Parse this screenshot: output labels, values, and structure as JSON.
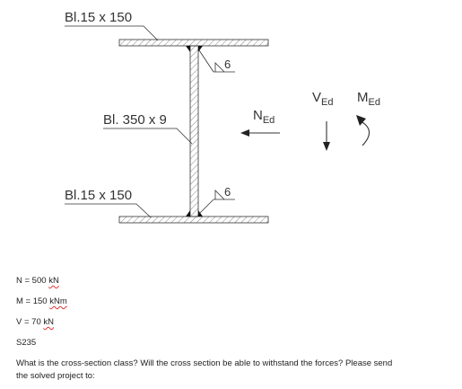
{
  "diagram": {
    "labels": {
      "top_flange": "Bl.15 x 150",
      "web": "Bl. 350 x 9",
      "bottom_flange": "Bl.15 x 150",
      "weld_top": "6",
      "weld_bottom": "6"
    },
    "forces": {
      "n": {
        "main": "N",
        "sub": "Ed"
      },
      "v": {
        "main": "V",
        "sub": "Ed"
      },
      "m": {
        "main": "M",
        "sub": "Ed"
      }
    }
  },
  "text": {
    "n_line": {
      "prefix": "N = 500 ",
      "unit": "kN"
    },
    "m_line": {
      "prefix": "M = 150 ",
      "unit": "kNm"
    },
    "v_line": {
      "prefix": "V = 70 ",
      "unit": "kN"
    },
    "steel": "S235",
    "question": "What is the cross-section class? Will the cross section be able to withstand the forces? Please send the solved project to:"
  }
}
